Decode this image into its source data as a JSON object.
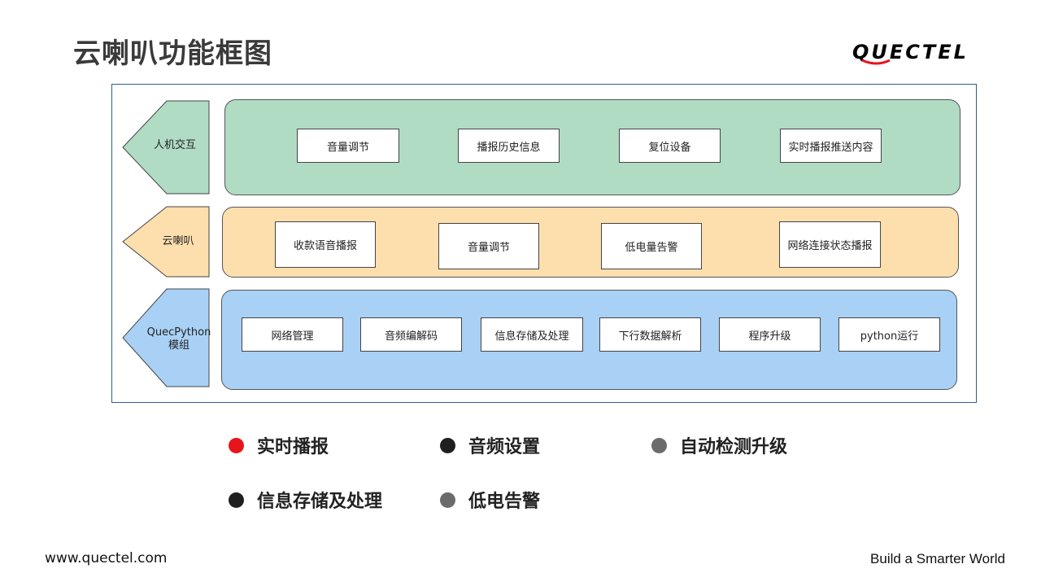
{
  "slide": {
    "title": "云喇叭功能框图",
    "logo_text": "QUECTEL"
  },
  "rows": [
    {
      "layer": "人机交互",
      "color": "#b0dcc4",
      "items": [
        "音量调节",
        "播报历史信息",
        "复位设备",
        "实时播报推送内容"
      ]
    },
    {
      "layer": "云喇叭",
      "color": "#fddfae",
      "items": [
        "收款语音播报",
        "音量调节",
        "低电量告警",
        "网络连接状态播报"
      ]
    },
    {
      "layer_line1": "QuecPython",
      "layer_line2": "模组",
      "color": "#a8d1f5",
      "items": [
        "网络管理",
        "音频编解码",
        "信息存储及处理",
        "下行数据解析",
        "程序升级",
        "python运行"
      ]
    }
  ],
  "features": [
    {
      "label": "实时播报",
      "dot_color": "#e8141b"
    },
    {
      "label": "音频设置",
      "dot_color": "#1f1f1f"
    },
    {
      "label": "自动检测升级",
      "dot_color": "#6b6b6b"
    },
    {
      "label": "信息存储及处理",
      "dot_color": "#1f1f1f"
    },
    {
      "label": "低电告警",
      "dot_color": "#6b6b6b"
    }
  ],
  "footer": {
    "website": "www.quectel.com",
    "slogan": "Build a Smarter World"
  }
}
